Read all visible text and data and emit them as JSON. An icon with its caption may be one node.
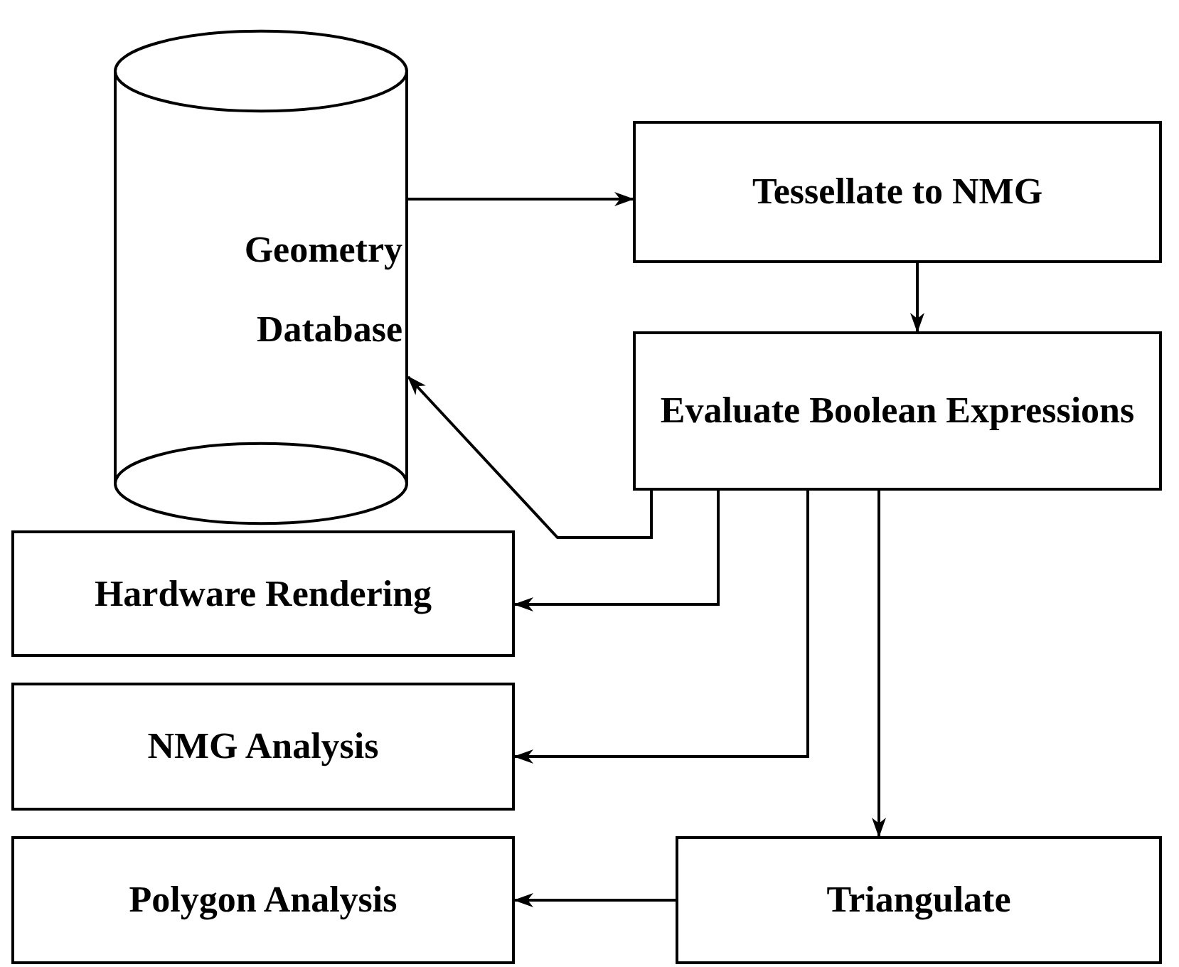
{
  "diagram": {
    "nodes": [
      {
        "text": [
          "Geometry Database"
        ]
      },
      {
        "text": [
          "Tessellate to NMG"
        ]
      },
      {
        "text": [
          "Evaluate Boolean Expressions"
        ]
      },
      {
        "text": [
          "Hardware Rendering"
        ]
      },
      {
        "text": [
          "NMG Analysis"
        ]
      },
      {
        "text": [
          "Polygon Analysis"
        ]
      },
      {
        "text": [
          "Triangulate"
        ]
      }
    ],
    "edges": [
      {
        "from": 0,
        "to": 1,
        "arrow": "to"
      },
      {
        "from": 1,
        "to": 2,
        "arrow": "to"
      },
      {
        "from": 2,
        "to": 0,
        "arrow": "to"
      },
      {
        "from": 2,
        "to": 3,
        "arrow": "to"
      },
      {
        "from": 2,
        "to": 4,
        "arrow": "to"
      },
      {
        "from": 2,
        "to": 6,
        "arrow": "to"
      },
      {
        "from": 6,
        "to": 5,
        "arrow": "to"
      }
    ]
  }
}
